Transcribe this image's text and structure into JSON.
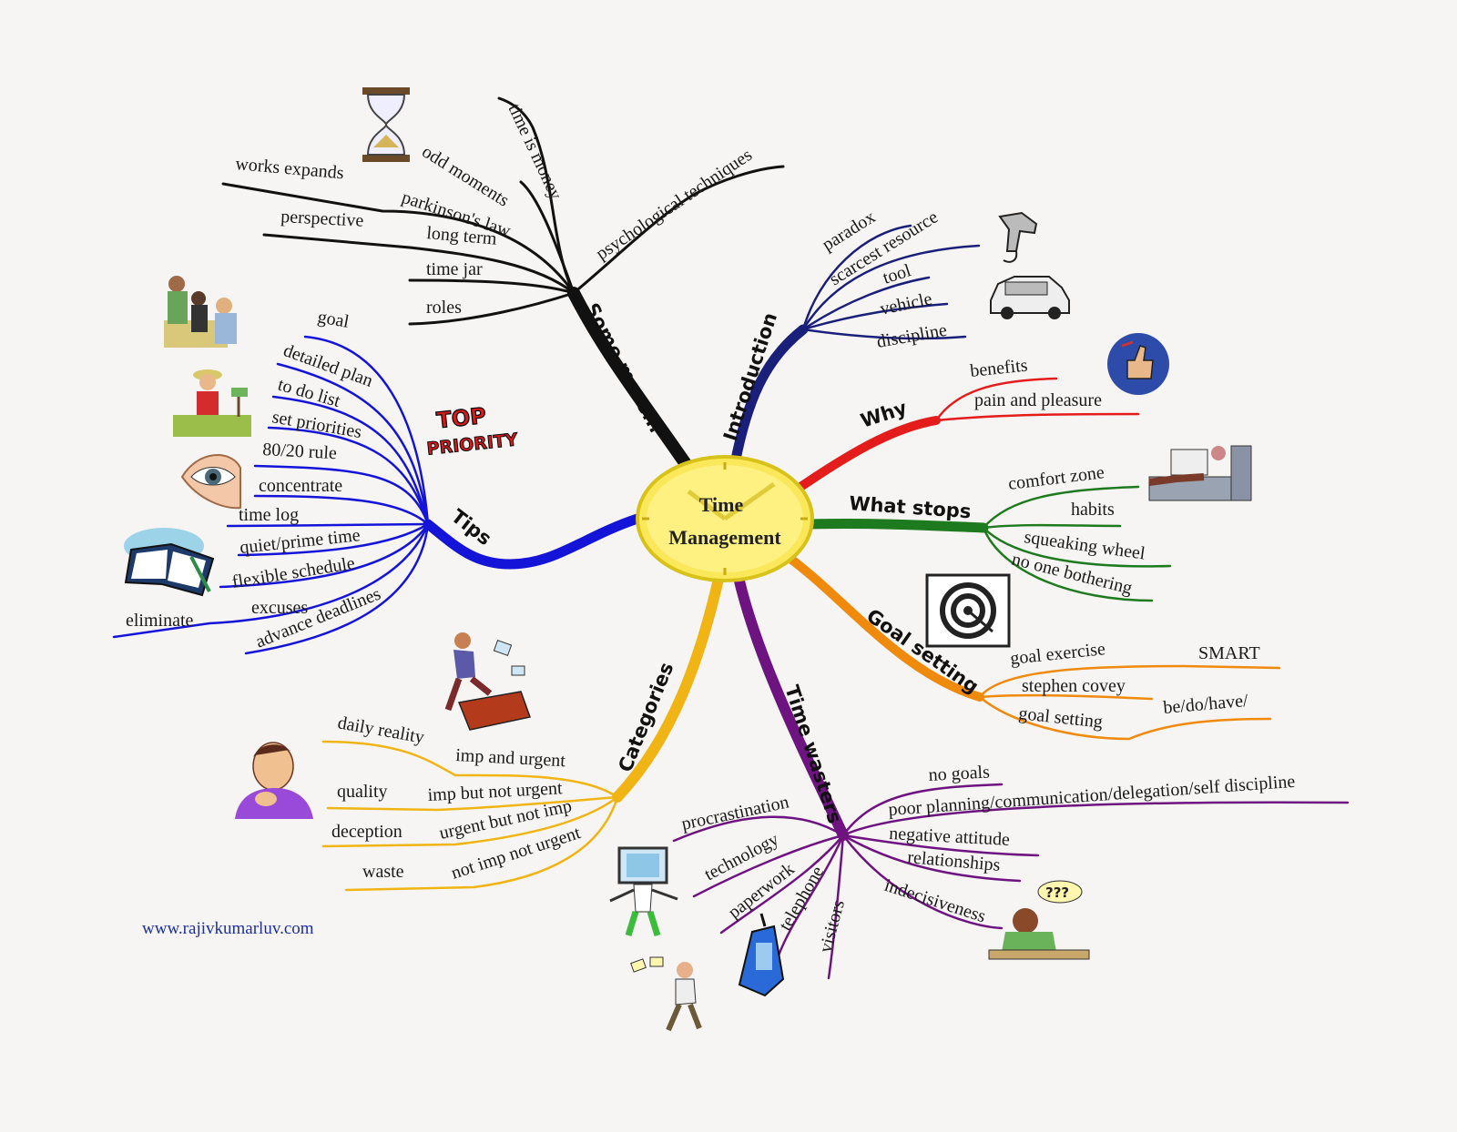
{
  "title": "Time Management",
  "title_lines": [
    "Time",
    "Management"
  ],
  "website": "www.rajivkumarluv.com",
  "colors": {
    "some_more": "#111111",
    "introduction": "#1a1f7a",
    "why": "#e51c1c",
    "what_stops": "#1e7a1e",
    "goal_setting": "#ef8a0c",
    "time_wasters": "#6e1480",
    "categories": "#f0b414",
    "tips": "#1414d9",
    "center_fill": "#fbe85a"
  },
  "branches": {
    "some_more": {
      "label": "Some more...",
      "items": [
        "time is money",
        "odd moments",
        "parkinson's law",
        "works expands",
        "long term",
        "perspective",
        "time jar",
        "roles",
        "psychological techniques"
      ]
    },
    "introduction": {
      "label": "Introduction",
      "items": [
        "paradox",
        "scarcest resource",
        "tool",
        "vehicle",
        "discipline"
      ]
    },
    "why": {
      "label": "Why",
      "items": [
        "benefits",
        "pain and pleasure"
      ]
    },
    "what_stops": {
      "label": "What stops",
      "items": [
        "comfort zone",
        "habits",
        "squeaking wheel",
        "no one bothering"
      ]
    },
    "goal_setting": {
      "label": "Goal setting",
      "items": [
        "goal exercise",
        "SMART",
        "stephen covey",
        "goal setting",
        "be/do/have/"
      ]
    },
    "time_wasters": {
      "label": "Time wasters",
      "items": [
        "no goals",
        "poor planning/communication/delegation/self discipline",
        "negative attitude",
        "relationships",
        "indecisiveness",
        "procrastination",
        "technology",
        "paperwork",
        "telephone",
        "visitors"
      ]
    },
    "categories": {
      "label": "Categories",
      "items": [
        "imp and urgent",
        "daily reality",
        "imp but not urgent",
        "quality",
        "urgent but not imp",
        "deception",
        "not imp not urgent",
        "waste"
      ]
    },
    "tips": {
      "label": "Tips",
      "items": [
        "goal",
        "detailed plan",
        "to do list",
        "set priorities",
        "80/20 rule",
        "concentrate",
        "time log",
        "quiet/prime time",
        "flexible schedule",
        "excuses",
        "eliminate",
        "advance deadlines"
      ]
    }
  },
  "clipart": [
    {
      "name": "hourglass"
    },
    {
      "name": "drill"
    },
    {
      "name": "car"
    },
    {
      "name": "thumbs-up"
    },
    {
      "name": "person-reading"
    },
    {
      "name": "target",
      "fill": "#222222"
    },
    {
      "name": "top-priority",
      "text": "TOP PRIORITY"
    },
    {
      "name": "eye"
    },
    {
      "name": "planner"
    },
    {
      "name": "meeting"
    },
    {
      "name": "gardener"
    },
    {
      "name": "running-man"
    },
    {
      "name": "thinking-man"
    },
    {
      "name": "computer-head"
    },
    {
      "name": "frustrated-man"
    },
    {
      "name": "phone"
    },
    {
      "name": "confused-person",
      "text": "???"
    }
  ]
}
